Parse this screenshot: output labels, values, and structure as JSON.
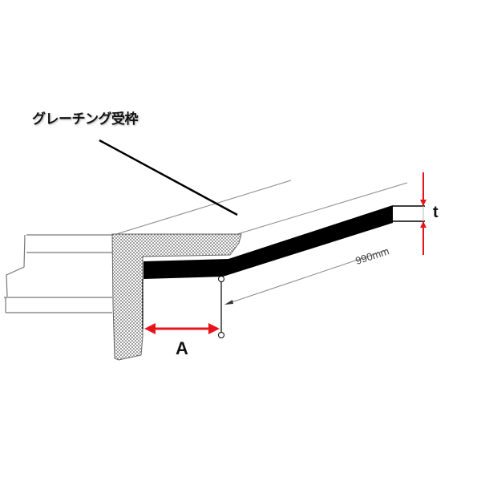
{
  "diagram": {
    "title_label": "グレーチング受枠",
    "thickness_label": "t",
    "width_label": "A",
    "length_dimension": "990mm",
    "colors": {
      "arrow": "#e8141b",
      "bar": "#000000",
      "line": "#777777",
      "hatch": "#555555"
    }
  }
}
